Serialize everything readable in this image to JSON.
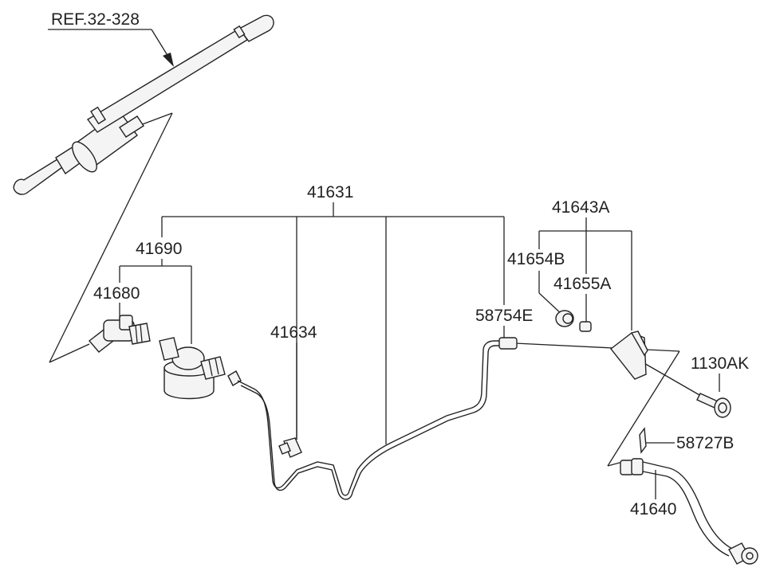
{
  "labels": {
    "ref": "REF.32-328",
    "p41631": "41631",
    "p41690": "41690",
    "p41680": "41680",
    "p41634": "41634",
    "p41643A": "41643A",
    "p41654B": "41654B",
    "p41655A": "41655A",
    "p58754E": "58754E",
    "p1130AK": "1130AK",
    "p58727B": "58727B",
    "p41640": "41640"
  }
}
